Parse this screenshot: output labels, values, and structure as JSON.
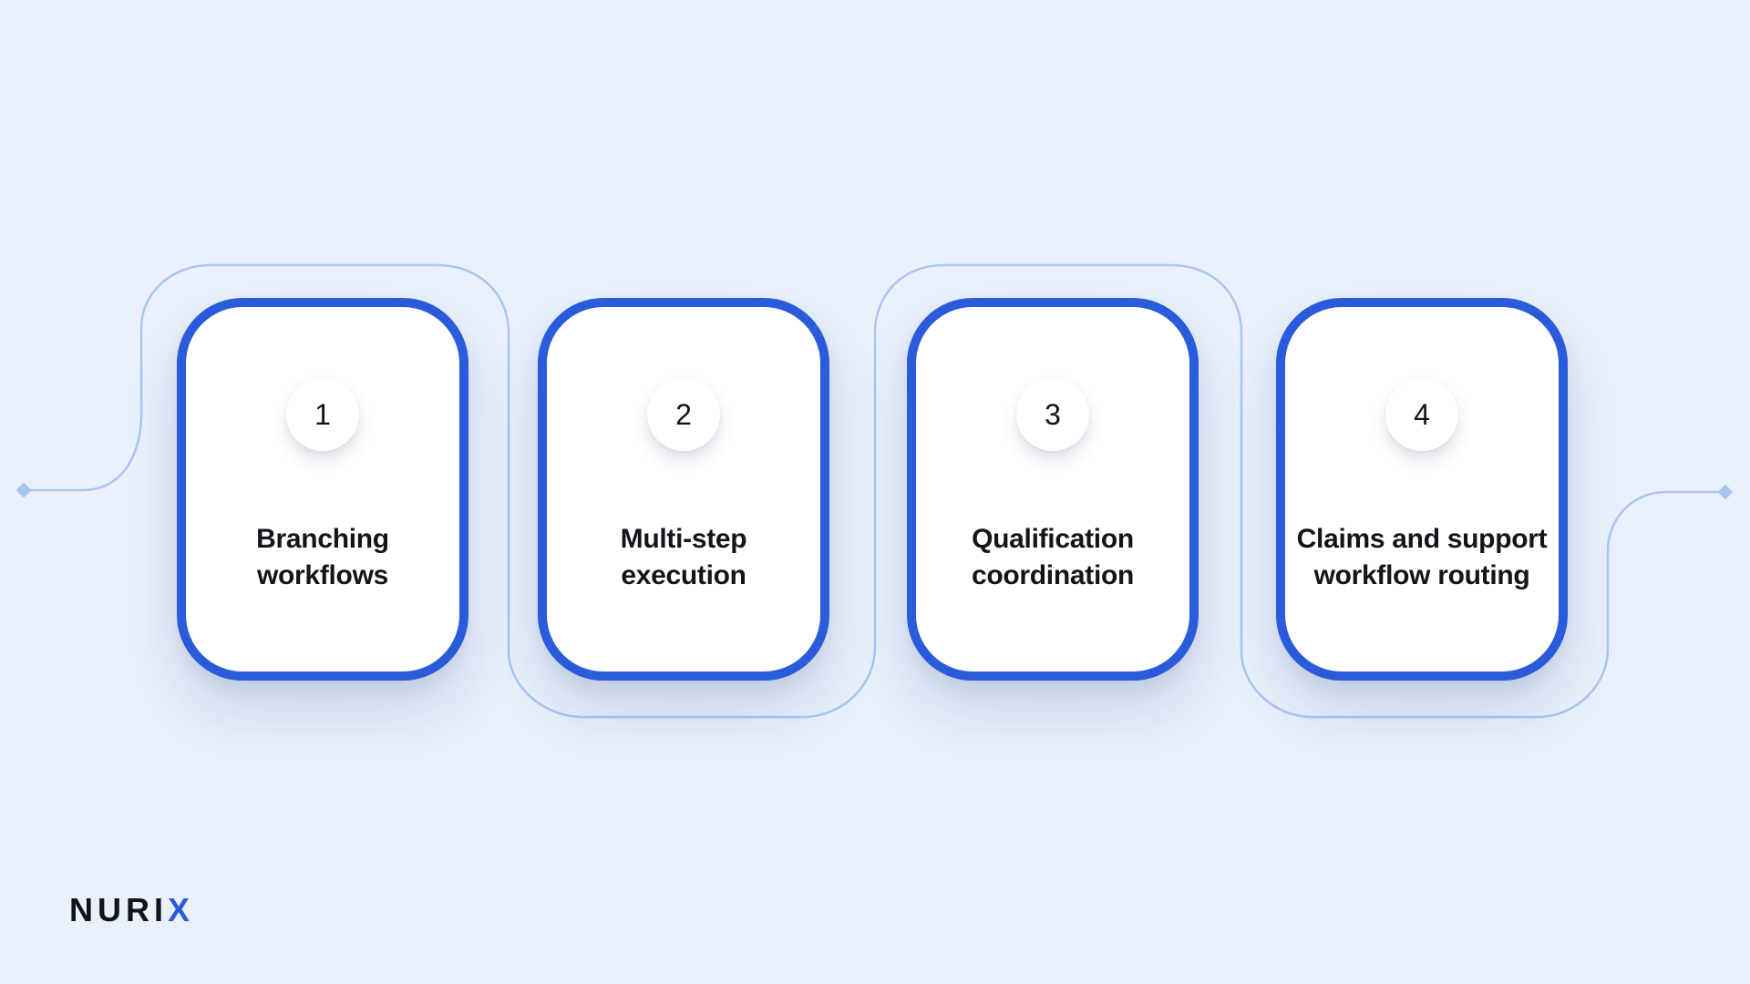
{
  "steps": [
    {
      "number": "1",
      "label": "Branching\nworkflows"
    },
    {
      "number": "2",
      "label": "Multi-step\nexecution"
    },
    {
      "number": "3",
      "label": "Qualification\ncoordination"
    },
    {
      "number": "4",
      "label": "Claims and support\nworkflow routing"
    }
  ],
  "brand": {
    "logo_text": "NURIX",
    "logo_main": "NURI",
    "logo_accent": "X"
  },
  "colors": {
    "background": "#EAF1FD",
    "card_border": "#2A5BDB",
    "connector": "#A9C6F3",
    "text": "#13151B"
  }
}
